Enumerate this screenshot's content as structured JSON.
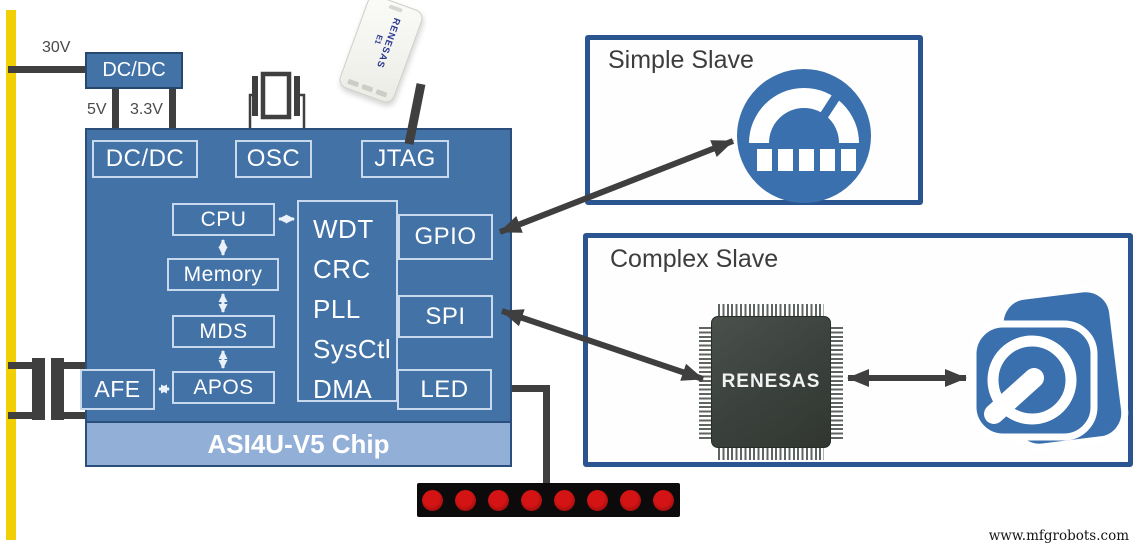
{
  "diagram": {
    "power": {
      "bus_label": "30V",
      "rail1": "5V",
      "rail2": "3.3V",
      "ext_dcdc": "DC/DC"
    },
    "chip": {
      "name": "ASI4U-V5 Chip",
      "top_blocks": {
        "dcdc": "DC/DC",
        "osc": "OSC",
        "jtag": "JTAG"
      },
      "core_blocks": {
        "cpu": "CPU",
        "memory": "Memory",
        "mds": "MDS",
        "apos": "APOS",
        "afe": "AFE"
      },
      "peripheral_list": [
        "WDT",
        "CRC",
        "PLL",
        "SysCtl",
        "DMA"
      ],
      "io_blocks": {
        "gpio": "GPIO",
        "spi": "SPI",
        "led": "LED"
      }
    },
    "simple_slave": {
      "title": "Simple Slave",
      "icon": "gauge-icon"
    },
    "complex_slave": {
      "title": "Complex Slave",
      "mcu_logo": "RENESAS",
      "icon": "actuator-app-icon"
    },
    "debugger": {
      "brand": "RENESAS",
      "model": "E1"
    },
    "watermark": "www.mfgrobots.com",
    "colors": {
      "chip_blue": "#4372A7",
      "chip_footer_blue": "#92AFD7",
      "dark_border": "#2B4E7D",
      "slave_border": "#2A5590",
      "icon_blue": "#3A70AD",
      "wire_dark": "#3F3F3F",
      "bus_yellow": "#F2CF05",
      "led_red": "#C01212"
    }
  }
}
